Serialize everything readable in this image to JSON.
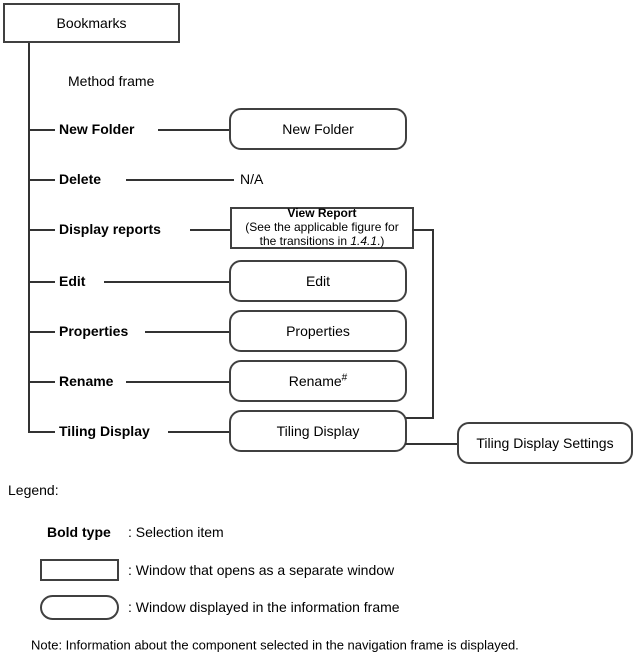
{
  "diagram": {
    "root": {
      "label": "Bookmarks"
    },
    "frame_label": "Method frame",
    "menu_items": [
      {
        "label": "New Folder",
        "target": "New Folder"
      },
      {
        "label": "Delete",
        "target": "N/A"
      },
      {
        "label": "Display reports",
        "target": "View Report"
      },
      {
        "label": "Edit",
        "target": "Edit"
      },
      {
        "label": "Properties",
        "target": "Properties"
      },
      {
        "label": "Rename",
        "target": "Rename"
      },
      {
        "label": "Tiling Display",
        "target": "Tiling Display"
      }
    ],
    "windows": {
      "new_folder": "New Folder",
      "na": "N/A",
      "view_report_title": "View Report",
      "view_report_line1": "(See the applicable figure for",
      "view_report_line2_pre": "the transitions in ",
      "view_report_ref": "1.4.1",
      "view_report_line2_post": ".)",
      "edit": "Edit",
      "properties": "Properties",
      "rename": "Rename",
      "rename_marker": "#",
      "tiling_display": "Tiling Display",
      "tiling_display_settings": "Tiling Display Settings"
    }
  },
  "legend": {
    "title": "Legend:",
    "bold_key": "Bold type",
    "bold_value": ": Selection item",
    "rect_value": ": Window that opens as a separate window",
    "round_value": ": Window displayed in the information frame",
    "note": "Note: Information about the component selected in the navigation frame is displayed."
  },
  "colors": {
    "line": "#333333",
    "border": "#404040",
    "background": "#ffffff",
    "text": "#000000"
  }
}
